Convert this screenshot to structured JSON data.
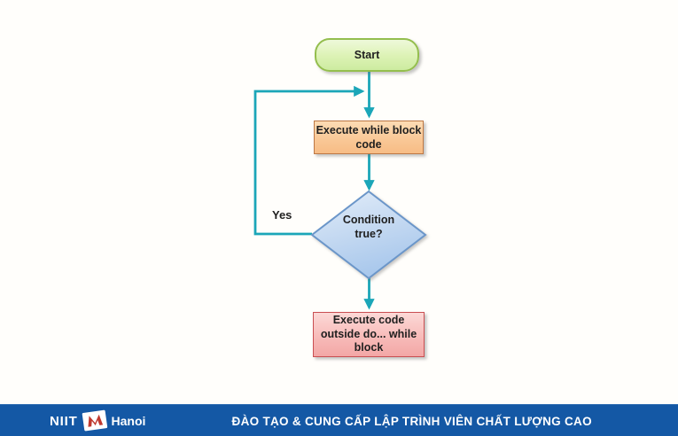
{
  "flowchart": {
    "nodes": {
      "start": {
        "label": "Start"
      },
      "execute_while": {
        "line1": "Execute while block",
        "line2": "code"
      },
      "condition": {
        "line1": "Condition",
        "line2": "true?"
      },
      "execute_outside": {
        "line1": "Execute code",
        "line2": "outside do... while",
        "line3": "block"
      }
    },
    "labels": {
      "yes": "Yes"
    },
    "colors": {
      "arrow": "#1ba6b8",
      "start_fill": "#dcf2b4",
      "start_border": "#94be4e",
      "execute_fill": "#f9c795",
      "execute_border": "#bd7845",
      "condition_fill": "#bed5f0",
      "condition_border": "#6b96c9",
      "outside_fill": "#f7b9b7",
      "outside_border": "#c94f52"
    }
  },
  "footer": {
    "brand_name": "NIIT",
    "brand_city": "Hanoi",
    "slogan": "ĐÀO TẠO & CUNG CẤP LẬP TRÌNH VIÊN CHẤT LƯỢNG CAO",
    "bar_color": "#1458a5"
  }
}
